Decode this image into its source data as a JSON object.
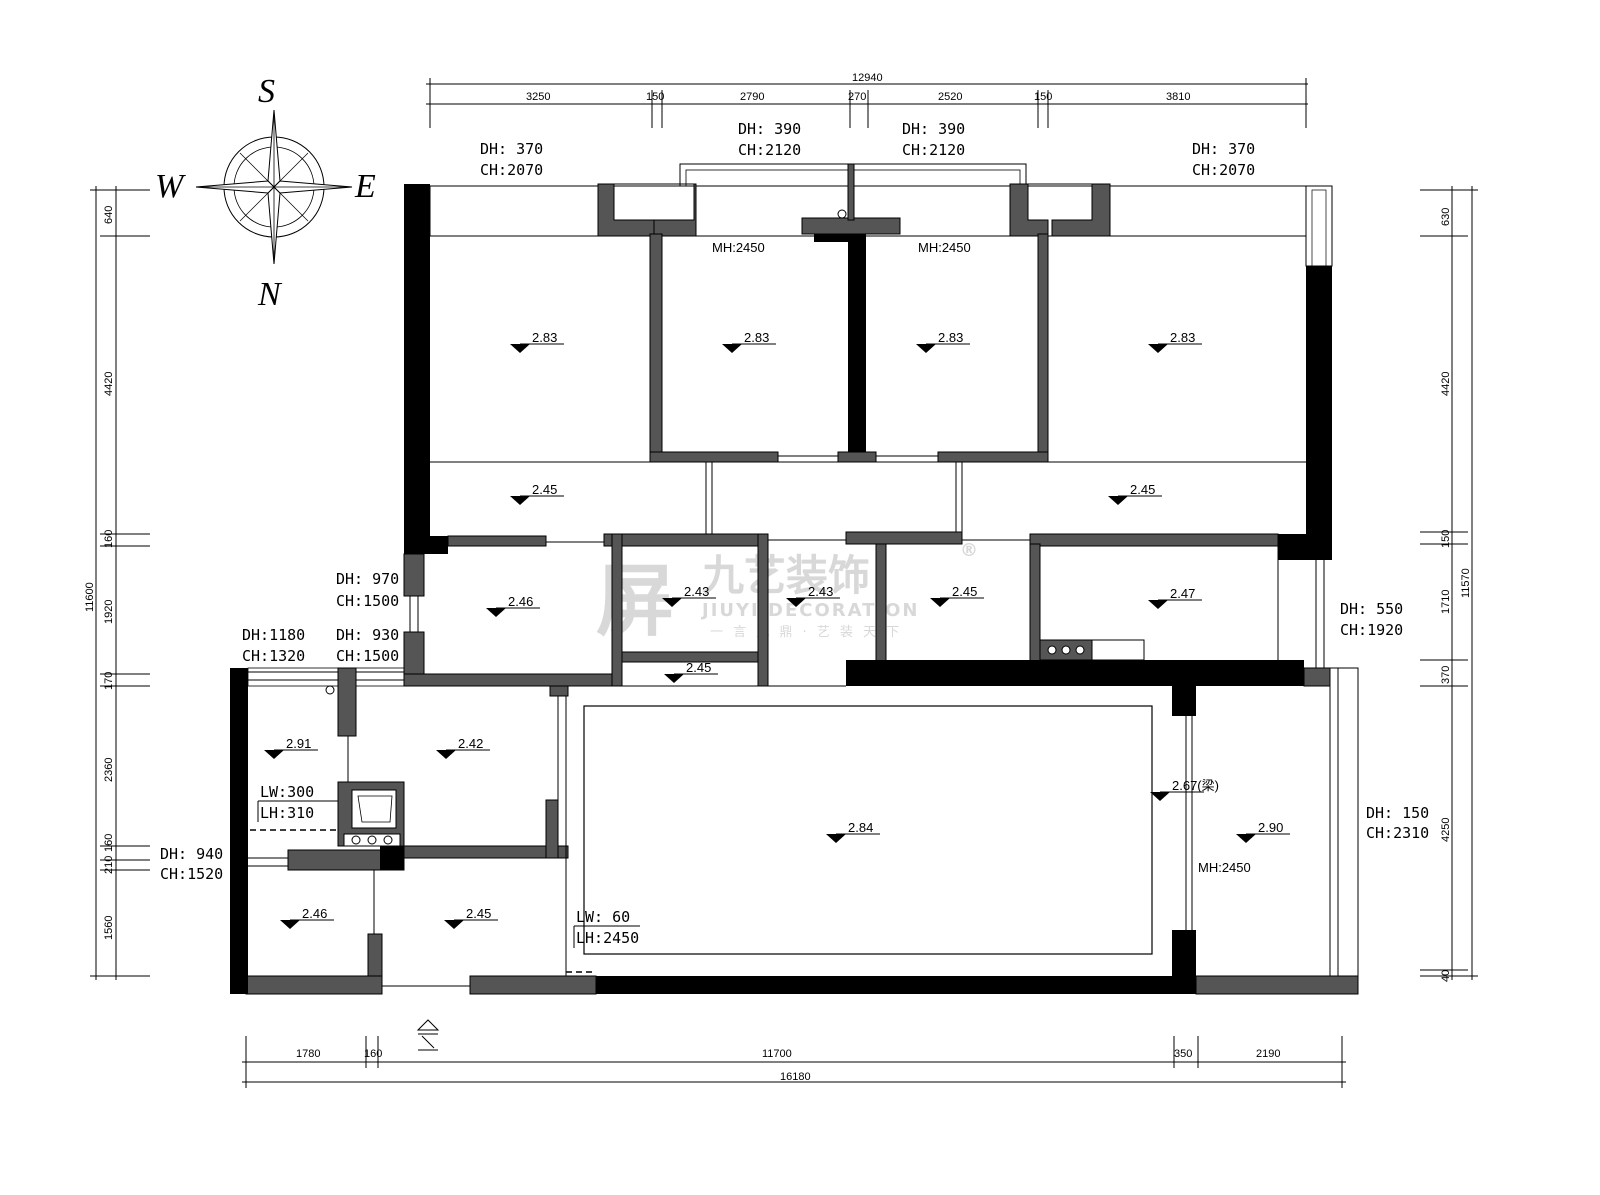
{
  "compass": {
    "north": "N",
    "south": "S",
    "east": "E",
    "west": "W"
  },
  "watermark": {
    "mark": "屏",
    "brand_cn": "九艺装饰",
    "registered": "®",
    "brand_en": "JIUYI DECORATION",
    "slogan": "一 言 九 鼎 · 艺 装 天 下"
  },
  "dimensions": {
    "top_total": "12940",
    "top": [
      "3250",
      "150",
      "2790",
      "270",
      "2520",
      "150",
      "3810"
    ],
    "bottom_total": "16180",
    "bottom": [
      "1780",
      "160",
      "11700",
      "350",
      "2190"
    ],
    "left_total": "11600",
    "left": [
      "640",
      "4420",
      "160",
      "1920",
      "170",
      "2360",
      "210",
      "160",
      "1560"
    ],
    "right_total": "11570",
    "right": [
      "630",
      "4420",
      "150",
      "1710",
      "370",
      "4250",
      "40"
    ]
  },
  "openings": [
    {
      "dh": "DH: 370",
      "ch": "CH:2070"
    },
    {
      "dh": "DH: 390",
      "ch": "CH:2120"
    },
    {
      "dh": "DH: 390",
      "ch": "CH:2120"
    },
    {
      "dh": "DH: 370",
      "ch": "CH:2070"
    },
    {
      "dh": "DH: 970",
      "ch": "CH:1500"
    },
    {
      "dh": "DH:1180",
      "ch": "CH:1320"
    },
    {
      "dh": "DH: 930",
      "ch": "CH:1500"
    },
    {
      "dh": "DH: 550",
      "ch": "CH:1920"
    },
    {
      "dh": "DH: 150",
      "ch": "CH:2310"
    },
    {
      "dh": "DH: 940",
      "ch": "CH:1520"
    }
  ],
  "notes": {
    "mh_left": "MH:2450",
    "mh_right": "MH:2450",
    "mh_balcony": "MH:2450",
    "lw_kitchen": "LW:300",
    "lh_kitchen": "LH:310",
    "lw_living": "LW:  60",
    "lh_living": "LH:2450"
  },
  "heights": [
    "2.83",
    "2.83",
    "2.83",
    "2.83",
    "2.45",
    "2.45",
    "2.46",
    "2.43",
    "2.43",
    "2.45",
    "2.47",
    "2.45",
    "2.91",
    "2.42",
    "2.67(梁)",
    "2.84",
    "2.90",
    "2.46",
    "2.45"
  ]
}
